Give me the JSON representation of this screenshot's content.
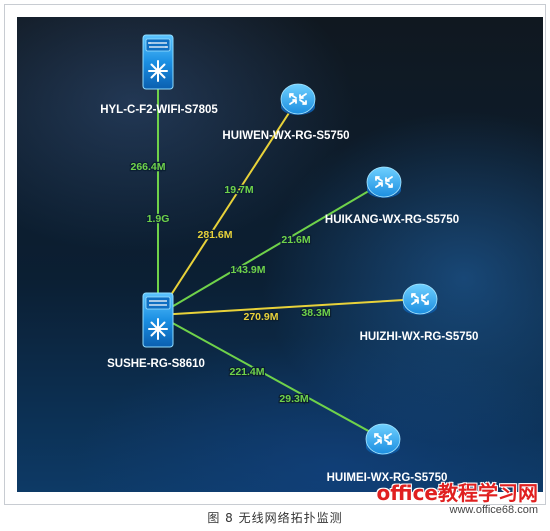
{
  "caption": "图 8  无线网络拓扑监测",
  "watermark": {
    "brand": "office教程学习网",
    "url": "www.office68.com"
  },
  "colors": {
    "link_green": "#6fd24a",
    "link_yellow": "#e8d23a",
    "label_white": "#ffffff",
    "device_blue": "#1e8fe0"
  },
  "nodes": [
    {
      "id": "hyl",
      "label": "HYL-C-F2-WIFI-S7805",
      "type": "switch",
      "icon": "switch-icon"
    },
    {
      "id": "sushe",
      "label": "SUSHE-RG-S8610",
      "type": "switch",
      "icon": "switch-icon"
    },
    {
      "id": "huiwen",
      "label": "HUIWEN-WX-RG-S5750",
      "type": "router",
      "icon": "router-icon"
    },
    {
      "id": "huikang",
      "label": "HUIKANG-WX-RG-S5750",
      "type": "router",
      "icon": "router-icon"
    },
    {
      "id": "huizhi",
      "label": "HUIZHI-WX-RG-S5750",
      "type": "router",
      "icon": "router-icon"
    },
    {
      "id": "huimei",
      "label": "HUIMEI-WX-RG-S5750",
      "type": "router",
      "icon": "router-icon"
    }
  ],
  "links": [
    {
      "from": "hyl",
      "to": "sushe",
      "status": "green",
      "speed_a": "266.4M",
      "speed_b": "1.9G"
    },
    {
      "from": "sushe",
      "to": "huiwen",
      "status": "yellow",
      "speed_a": "281.6M",
      "speed_b": "19.7M"
    },
    {
      "from": "sushe",
      "to": "huikang",
      "status": "green",
      "speed_a": "143.9M",
      "speed_b": "21.6M"
    },
    {
      "from": "sushe",
      "to": "huizhi",
      "status": "yellow",
      "speed_a": "270.9M",
      "speed_b": "38.3M"
    },
    {
      "from": "sushe",
      "to": "huimei",
      "status": "green",
      "speed_a": "221.4M",
      "speed_b": "29.3M"
    }
  ]
}
